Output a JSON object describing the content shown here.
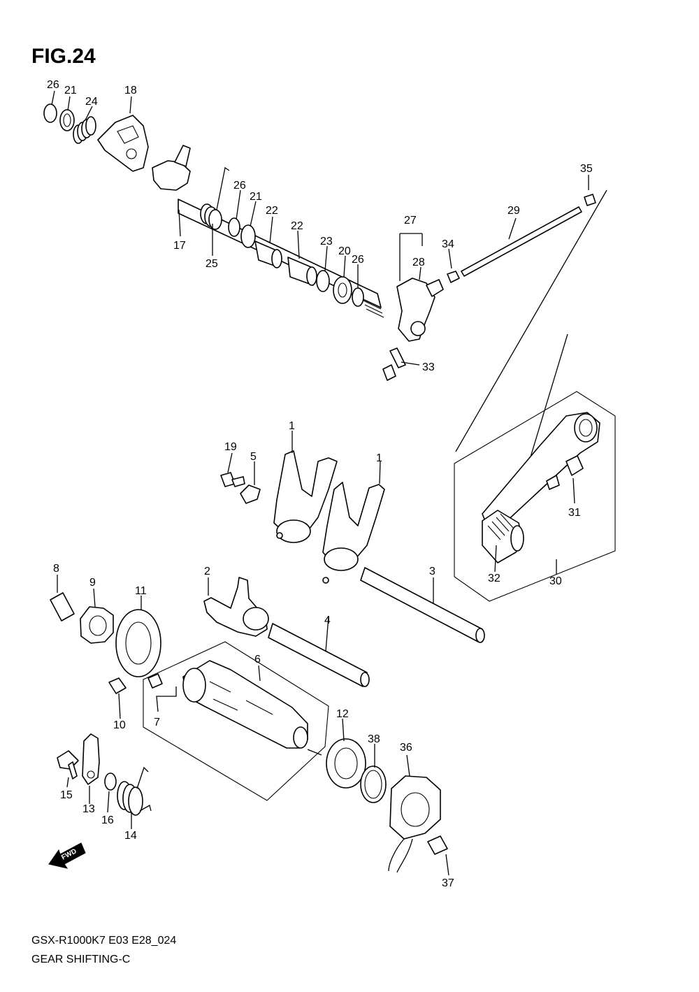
{
  "figure": {
    "title": "FIG.24",
    "model_code": "GSX-R1000K7 E03 E28_024",
    "caption": "GEAR SHIFTING-C",
    "fwd_label": "FWD"
  },
  "callouts": [
    {
      "id": "c26a",
      "label": "26"
    },
    {
      "id": "c21a",
      "label": "21"
    },
    {
      "id": "c24",
      "label": "24"
    },
    {
      "id": "c18",
      "label": "18"
    },
    {
      "id": "c26b",
      "label": "26"
    },
    {
      "id": "c21b",
      "label": "21"
    },
    {
      "id": "c22a",
      "label": "22"
    },
    {
      "id": "c22b",
      "label": "22"
    },
    {
      "id": "c17",
      "label": "17"
    },
    {
      "id": "c25",
      "label": "25"
    },
    {
      "id": "c23",
      "label": "23"
    },
    {
      "id": "c20",
      "label": "20"
    },
    {
      "id": "c26c",
      "label": "26"
    },
    {
      "id": "c27",
      "label": "27"
    },
    {
      "id": "c28",
      "label": "28"
    },
    {
      "id": "c34",
      "label": "34"
    },
    {
      "id": "c29",
      "label": "29"
    },
    {
      "id": "c35",
      "label": "35"
    },
    {
      "id": "c33",
      "label": "33"
    },
    {
      "id": "c1a",
      "label": "1"
    },
    {
      "id": "c1b",
      "label": "1"
    },
    {
      "id": "c19",
      "label": "19"
    },
    {
      "id": "c5",
      "label": "5"
    },
    {
      "id": "c31",
      "label": "31"
    },
    {
      "id": "c32",
      "label": "32"
    },
    {
      "id": "c30",
      "label": "30"
    },
    {
      "id": "c8",
      "label": "8"
    },
    {
      "id": "c9",
      "label": "9"
    },
    {
      "id": "c11",
      "label": "11"
    },
    {
      "id": "c2",
      "label": "2"
    },
    {
      "id": "c3",
      "label": "3"
    },
    {
      "id": "c4",
      "label": "4"
    },
    {
      "id": "c6",
      "label": "6"
    },
    {
      "id": "c10",
      "label": "10"
    },
    {
      "id": "c7",
      "label": "7"
    },
    {
      "id": "c12",
      "label": "12"
    },
    {
      "id": "c38",
      "label": "38"
    },
    {
      "id": "c36",
      "label": "36"
    },
    {
      "id": "c15",
      "label": "15"
    },
    {
      "id": "c13",
      "label": "13"
    },
    {
      "id": "c16",
      "label": "16"
    },
    {
      "id": "c14",
      "label": "14"
    },
    {
      "id": "c37",
      "label": "37"
    }
  ]
}
